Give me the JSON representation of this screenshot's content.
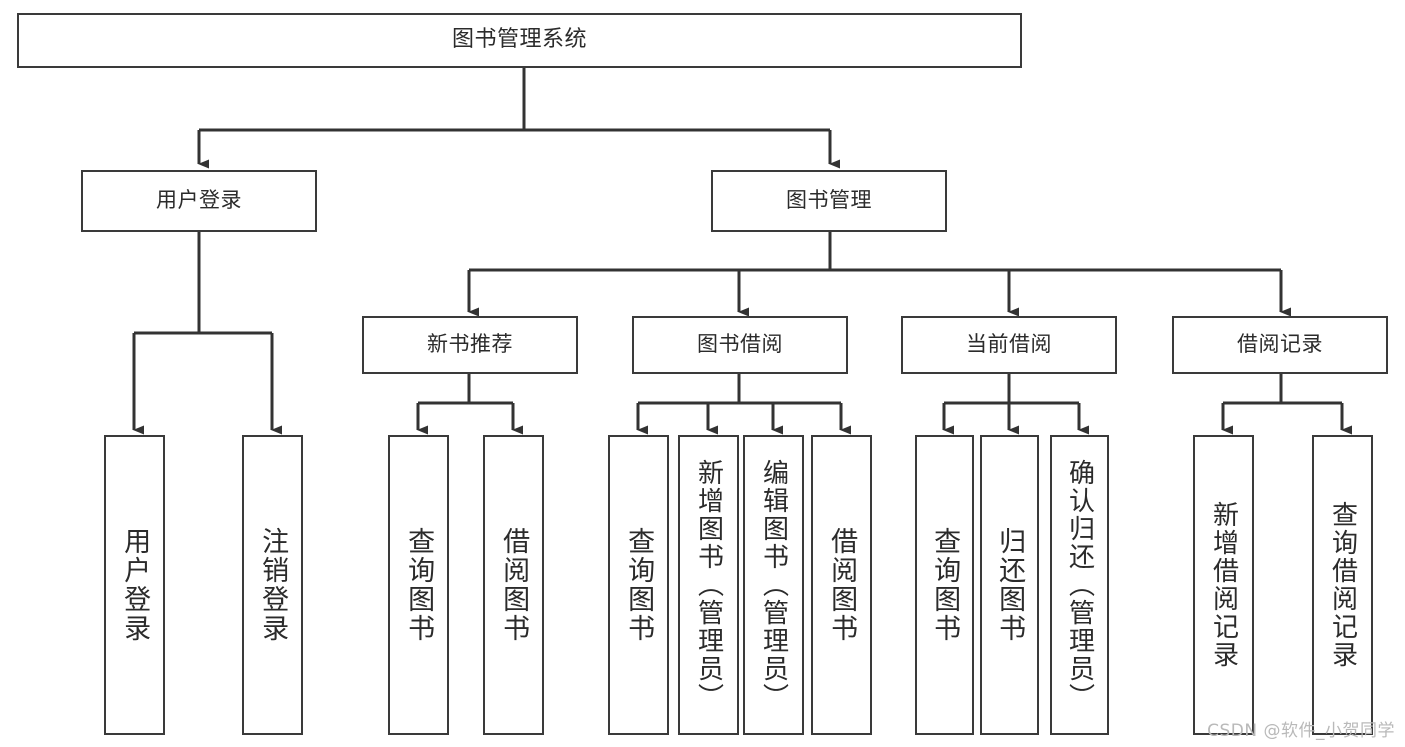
{
  "diagram": {
    "title": "图书管理系统",
    "type": "tree-hierarchy",
    "watermark": "CSDN @软件_小贺同学",
    "colors": {
      "node_border": "#3a3a3a",
      "node_fill": "#ffffff",
      "edge": "#333333",
      "text": "#2b2b2b",
      "watermark": "#b9b9b9"
    },
    "nodes": {
      "root": {
        "label": "图书管理系统"
      },
      "level1": [
        {
          "id": "user-login",
          "label": "用户登录"
        },
        {
          "id": "book-management",
          "label": "图书管理"
        }
      ],
      "level2": [
        {
          "id": "new-book-recommend",
          "label": "新书推荐"
        },
        {
          "id": "book-borrow",
          "label": "图书借阅"
        },
        {
          "id": "current-borrow",
          "label": "当前借阅"
        },
        {
          "id": "borrow-record",
          "label": "借阅记录"
        }
      ],
      "leaves": {
        "user-login": [
          {
            "id": "user-login-leaf",
            "label": "用户登录"
          },
          {
            "id": "logout-leaf",
            "label": "注销登录"
          }
        ],
        "new-book-recommend": [
          {
            "id": "query-book-1",
            "label": "查询图书"
          },
          {
            "id": "borrow-book-1",
            "label": "借阅图书"
          }
        ],
        "book-borrow": [
          {
            "id": "query-book-2",
            "label": "查询图书"
          },
          {
            "id": "add-book",
            "label": "新增图书（管理员）"
          },
          {
            "id": "edit-book",
            "label": "编辑图书（管理员）"
          },
          {
            "id": "borrow-book-2",
            "label": "借阅图书"
          }
        ],
        "current-borrow": [
          {
            "id": "query-book-3",
            "label": "查询图书"
          },
          {
            "id": "return-book",
            "label": "归还图书"
          },
          {
            "id": "confirm-return",
            "label": "确认归还（管理员）"
          }
        ],
        "borrow-record": [
          {
            "id": "add-borrow-record",
            "label": "新增借阅记录"
          },
          {
            "id": "query-borrow-record",
            "label": "查询借阅记录"
          }
        ]
      }
    }
  }
}
